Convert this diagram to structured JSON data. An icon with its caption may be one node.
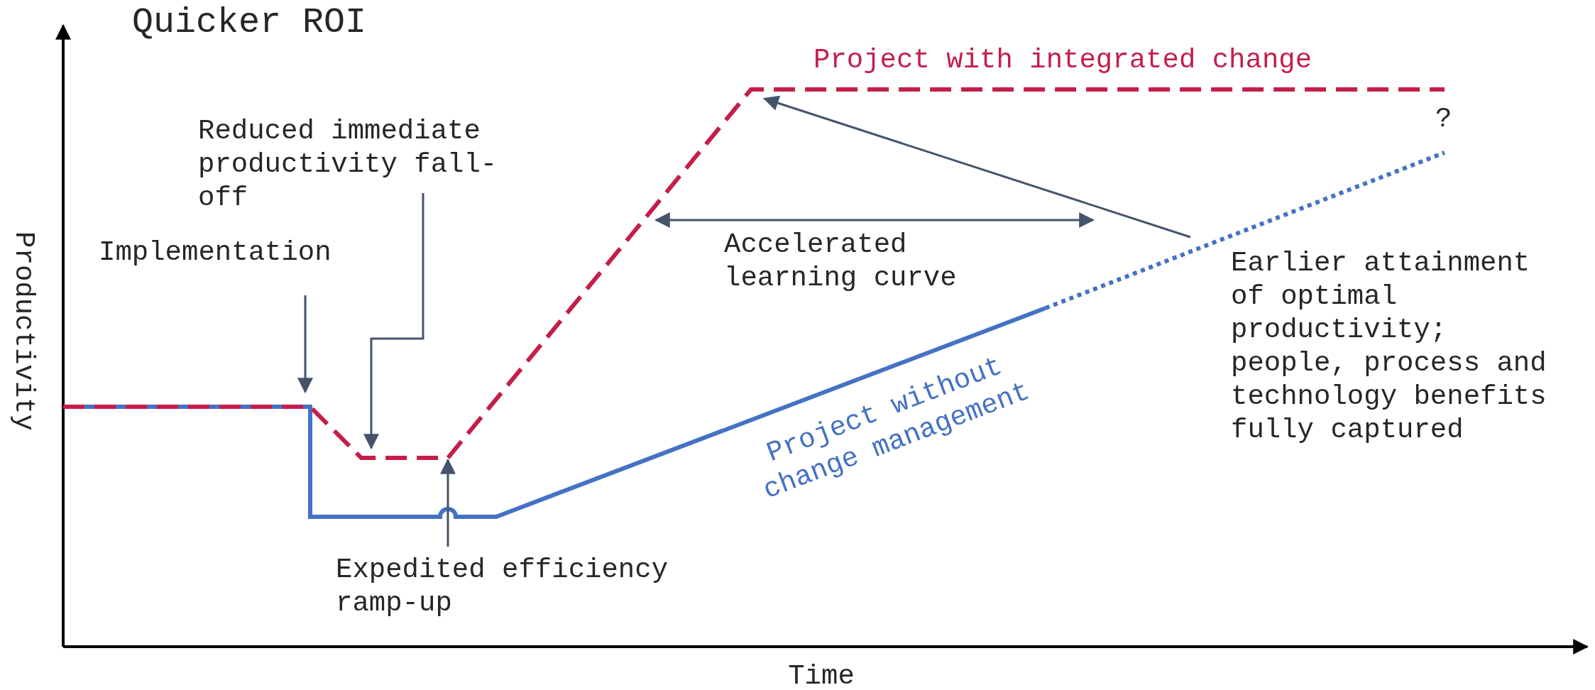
{
  "diagram": {
    "title": "Quicker ROI",
    "nodes": [
      {
        "text": [
          "Implementation"
        ]
      },
      {
        "text": [
          "Reduced immediate productivity fall-off"
        ]
      },
      {
        "text": [
          "Earlier attainment of optimal productivity; people, process and technology benefits fully captured"
        ]
      },
      {
        "text": [
          "Expedited efficiency ramp-up"
        ]
      }
    ],
    "edges": [
      {
        "from": 0,
        "to": null,
        "arrow": "to"
      },
      {
        "from": 1,
        "to": null,
        "arrow": "to"
      },
      {
        "from": 2,
        "to": null,
        "arrow": "to"
      },
      {
        "from": 3,
        "to": null,
        "arrow": "to"
      }
    ],
    "labels": [
      "Productivity",
      "Project with integrated change",
      "?",
      "Accelerated learning curve",
      "Project without change management",
      "Time"
    ]
  }
}
